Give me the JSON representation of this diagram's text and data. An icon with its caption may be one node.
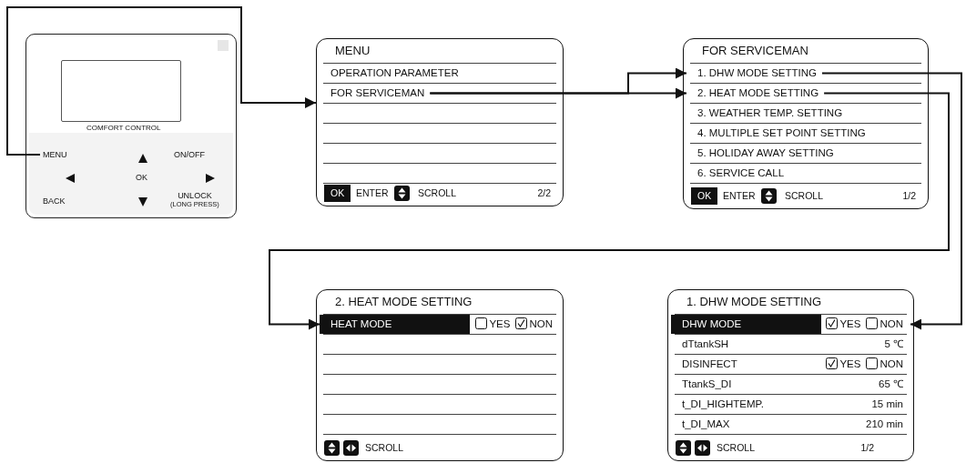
{
  "diagram": {
    "nodes": [
      {
        "text": [
          "COMFORT CONTROL"
        ]
      },
      {
        "text": [
          "MENU"
        ],
        "in": 0
      },
      {
        "text": [
          "ON/OFF"
        ],
        "in": 0
      },
      {
        "text": [
          "OK"
        ],
        "in": 0
      },
      {
        "text": [
          "BACK"
        ],
        "in": 0
      },
      {
        "text": [
          "UNLOCK",
          "(LONG PRESS)"
        ],
        "in": 0
      },
      {
        "text": [
          "MENU"
        ]
      },
      {
        "text": [
          "OPERATION PARAMETER"
        ],
        "in": 6
      },
      {
        "text": [
          "FOR SERVICEMAN"
        ],
        "in": 6
      },
      {
        "text": [
          "OK",
          "ENTER",
          "SCROLL",
          "2/2"
        ],
        "in": 6
      },
      {
        "text": [
          "FOR SERVICEMAN"
        ]
      },
      {
        "text": [
          "1. DHW MODE SETTING"
        ],
        "in": 10
      },
      {
        "text": [
          "2. HEAT MODE SETTING"
        ],
        "in": 10
      },
      {
        "text": [
          "3. WEATHER TEMP. SETTING"
        ],
        "in": 10
      },
      {
        "text": [
          "4. MULTIPLE SET POINT SETTING"
        ],
        "in": 10
      },
      {
        "text": [
          "5. HOLIDAY AWAY SETTING"
        ],
        "in": 10
      },
      {
        "text": [
          "6. SERVICE CALL"
        ],
        "in": 10
      },
      {
        "text": [
          "OK",
          "ENTER",
          "SCROLL",
          "1/2"
        ],
        "in": 10
      },
      {
        "text": [
          "2. HEAT MODE SETTING"
        ]
      },
      {
        "text": [
          "HEAT MODE",
          "YES",
          "NON"
        ],
        "in": 18
      },
      {
        "text": [
          "SCROLL"
        ],
        "in": 18
      },
      {
        "text": [
          "1. DHW MODE SETTING"
        ]
      },
      {
        "text": [
          "DHW MODE",
          "YES",
          "NON"
        ],
        "in": 21
      },
      {
        "text": [
          "dTtankSH",
          "5 ℃"
        ],
        "in": 21
      },
      {
        "text": [
          "DISINFECT",
          "YES",
          "NON"
        ],
        "in": 21
      },
      {
        "text": [
          "TtankS_DI",
          "65 ℃"
        ],
        "in": 21
      },
      {
        "text": [
          "t_DI_HIGHTEMP.",
          "15 min"
        ],
        "in": 21
      },
      {
        "text": [
          "t_DI_MAX",
          "210 min"
        ],
        "in": 21
      },
      {
        "text": [
          "SCROLL",
          "1/2"
        ],
        "in": 21
      },
      {
        "text": [],
        "shape": "box",
        "in": 0
      }
    ],
    "edges": [
      {
        "from": 1,
        "to": 6,
        "arrow": "to"
      },
      {
        "from": 8,
        "to": 11,
        "arrow": "to"
      },
      {
        "from": 8,
        "to": 12,
        "arrow": "to"
      },
      {
        "from": 11,
        "to": 22,
        "arrow": "to"
      },
      {
        "from": 12,
        "to": 19,
        "arrow": "to"
      }
    ]
  }
}
